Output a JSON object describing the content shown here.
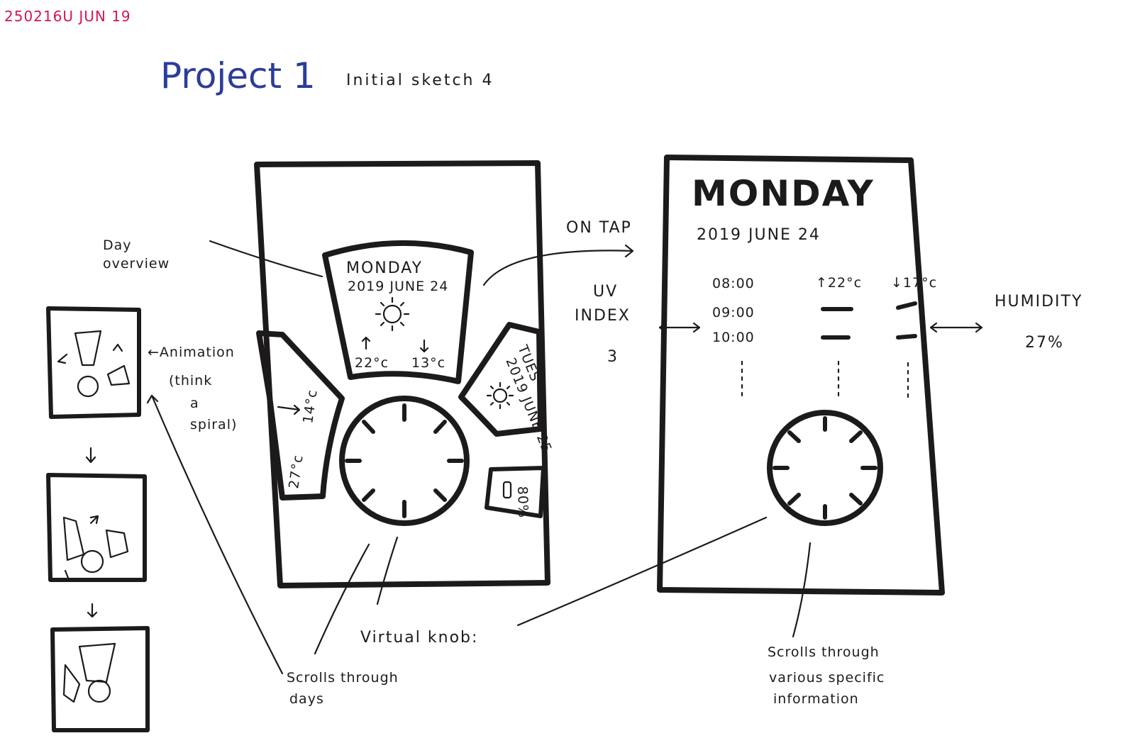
{
  "header": {
    "stamp": "250216U JUN 19",
    "title": "Project 1",
    "subtitle": "Initial sketch 4",
    "colors": {
      "stamp": "#d4145a",
      "title": "#2b3d9a",
      "ink": "#1d1a1c"
    }
  },
  "animation_frames": {
    "note_lines": [
      "←Animation",
      "(think",
      "a",
      "spiral)"
    ]
  },
  "phone_main": {
    "day_card": {
      "day": "MONDAY",
      "date": "2019 JUNE 24",
      "high": "22°c",
      "low": "13°c",
      "icon": "sun-icon"
    },
    "right_card": {
      "day": "TUES",
      "date": "2019 JUNE 25",
      "icon": "sun-icon"
    },
    "left_card": {
      "temp1": "14°c",
      "temp2": "27°c"
    },
    "small_card": {
      "text": "80%"
    },
    "knob_icon": "knob-icon"
  },
  "phone_detail": {
    "day": "MONDAY",
    "date": "2019 JUNE 24",
    "header_high": "↑22°c",
    "header_low": "↓17°c",
    "times": [
      "08:00",
      "09:00",
      "10:00"
    ],
    "knob_icon": "knob-icon"
  },
  "annotations": {
    "day_overview": [
      "Day",
      "overview"
    ],
    "on_tap": "ON TAP",
    "uv_index": [
      "UV",
      "INDEX",
      "3"
    ],
    "humidity": [
      "HUMIDITY",
      "27%"
    ],
    "virtual_knob": "Virtual knob:",
    "scrolls_days": [
      "Scrolls through",
      "days"
    ],
    "scrolls_info": [
      "Scrolls through",
      "various specific",
      "information"
    ]
  }
}
